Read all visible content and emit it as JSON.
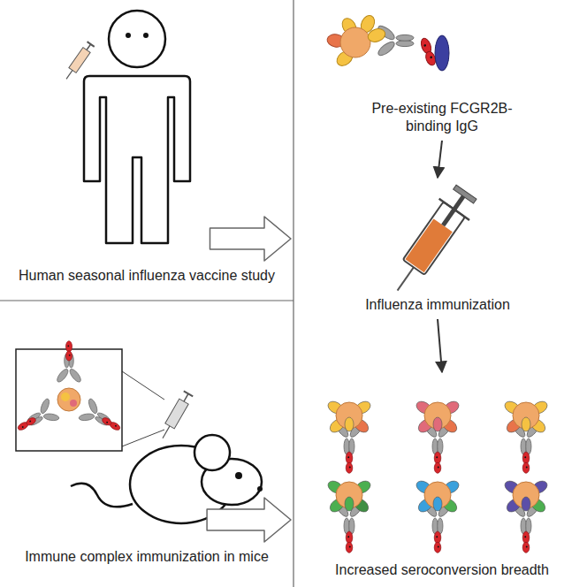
{
  "diagram": {
    "nodes": [
      {
        "text": [
          "Human seasonal influenza vaccine study"
        ]
      },
      {
        "text": [
          "Pre-existing FCGR2B-binding IgG"
        ]
      },
      {
        "text": [
          "Influenza immunization"
        ]
      },
      {
        "text": [
          "Immune complex immunization in mice"
        ]
      },
      {
        "text": [
          "Increased seroconversion breadth"
        ]
      }
    ],
    "edges": [
      {
        "from": 0,
        "to": 1,
        "arrow": "to"
      },
      {
        "from": 1,
        "to": 2,
        "arrow": "to"
      },
      {
        "from": 2,
        "to": 4,
        "arrow": "to"
      },
      {
        "from": 3,
        "to": 4,
        "arrow": "to"
      }
    ]
  }
}
